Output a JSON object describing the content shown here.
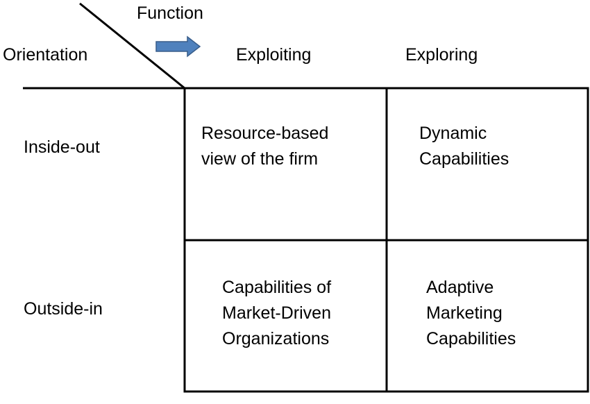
{
  "header": {
    "function_label": "Function",
    "orientation_label": "Orientation"
  },
  "columns": [
    "Exploiting",
    "Exploring"
  ],
  "rows": [
    "Inside-out",
    "Outside-in"
  ],
  "cells": [
    [
      "Resource-based\nview of the firm",
      "Dynamic\nCapabilities"
    ],
    [
      "Capabilities of\nMarket-Driven\nOrganizations",
      "Adaptive\nMarketing\nCapabilities"
    ]
  ],
  "colors": {
    "lines": "#000000",
    "arrow_fill": "#4f81bd",
    "arrow_stroke": "#385d8a"
  },
  "icons": {
    "arrow": "right-arrow-icon"
  }
}
